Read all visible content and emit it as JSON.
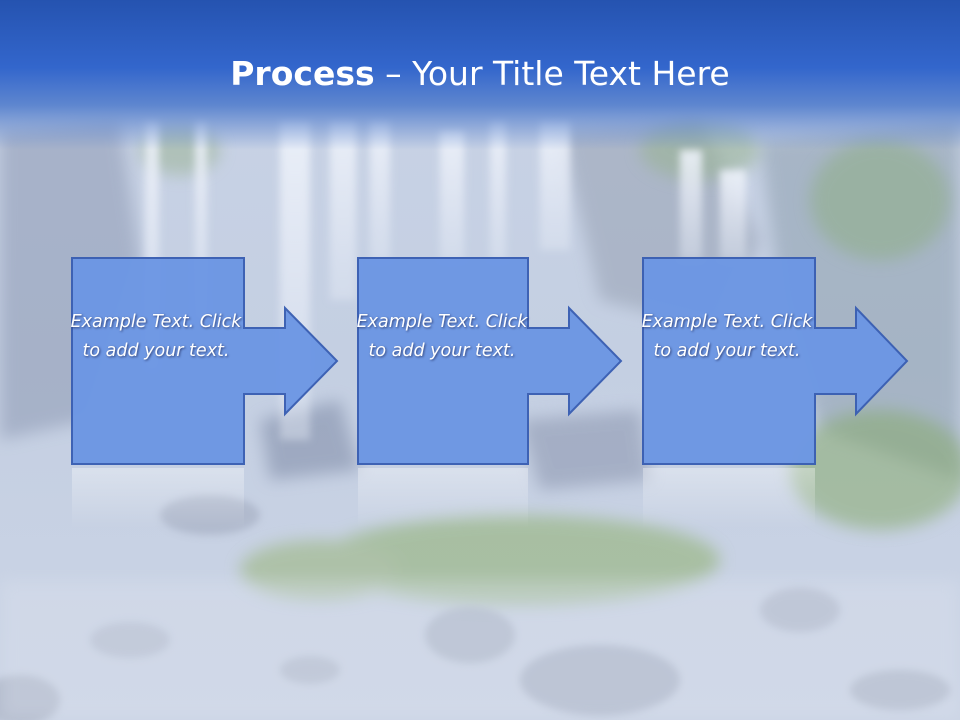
{
  "slide": {
    "title_bold": "Process",
    "title_rest": " – Your Title Text Here",
    "accent_color": "#3366cc",
    "box_color": "#6d97e4",
    "box_border": "#3a5fb3"
  },
  "steps": [
    {
      "text": "Example Text. Click  to add your text."
    },
    {
      "text": "Example Text. Click  to add your text."
    },
    {
      "text": "Example Text. Click  to add your text."
    }
  ]
}
